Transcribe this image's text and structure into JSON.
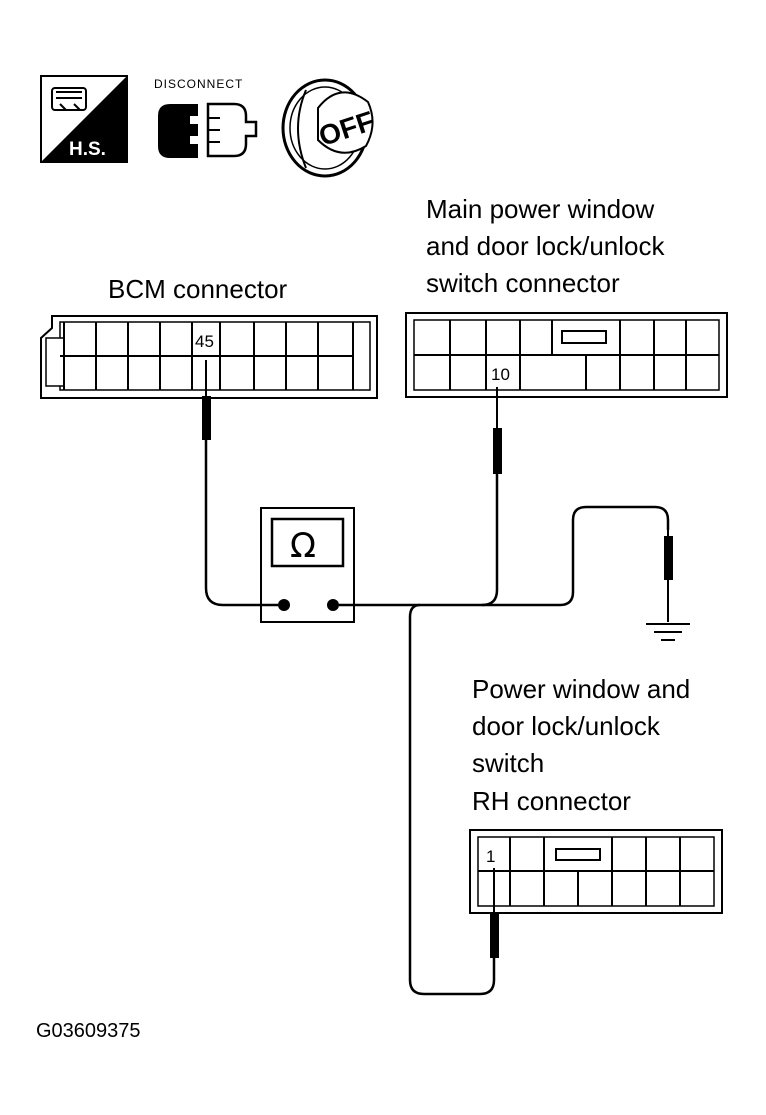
{
  "icons": {
    "hs_label": "H.S.",
    "disconnect_label": "DISCONNECT",
    "ignition_label": "OFF"
  },
  "bcm": {
    "title": "BCM connector",
    "pin": "45"
  },
  "main_switch": {
    "title_lines": [
      "Main power window",
      "and door lock/unlock",
      "switch connector"
    ],
    "pin": "10"
  },
  "rh_switch": {
    "title_lines": [
      "Power window and",
      "door lock/unlock",
      "switch",
      "RH connector"
    ],
    "pin": "1"
  },
  "meter": {
    "symbol": "Ω"
  },
  "figure_code": "G03609375"
}
